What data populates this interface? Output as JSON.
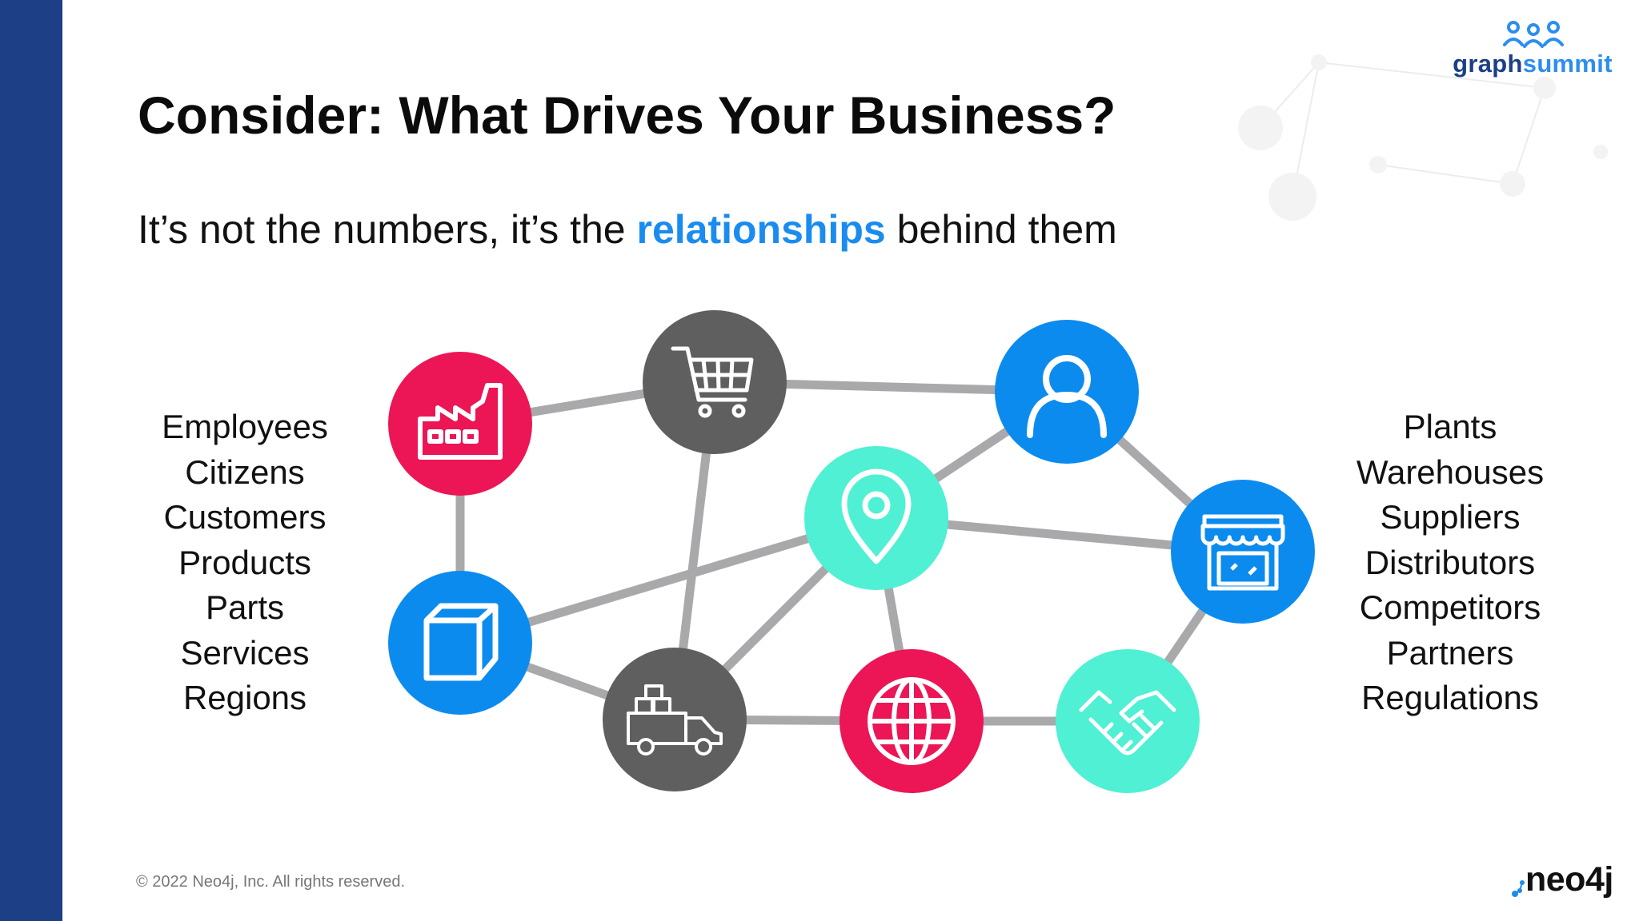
{
  "slide": {
    "title": "Consider: What Drives Your Business?",
    "subtitle_before": "It’s not the numbers, it’s the ",
    "subtitle_highlight": "relationships",
    "subtitle_after": " behind them",
    "footer": "© 2022 Neo4j, Inc. All rights reserved."
  },
  "brand": {
    "event_logo_word1": "graph",
    "event_logo_word2": "summit",
    "company_logo": "neo4j"
  },
  "left_list": [
    "Employees",
    "Citizens",
    "Customers",
    "Products",
    "Parts",
    "Services",
    "Regions"
  ],
  "right_list": [
    "Plants",
    "Warehouses",
    "Suppliers",
    "Distributors",
    "Competitors",
    "Partners",
    "Regulations"
  ],
  "nodes": [
    {
      "name": "factory",
      "icon": "factory-icon",
      "color": "#ec1555"
    },
    {
      "name": "cart",
      "icon": "shopping-cart-icon",
      "color": "#5f5f5f"
    },
    {
      "name": "person",
      "icon": "person-icon",
      "color": "#0c8bef"
    },
    {
      "name": "location",
      "icon": "location-pin-icon",
      "color": "#4ff0d4"
    },
    {
      "name": "store",
      "icon": "storefront-icon",
      "color": "#0c8bef"
    },
    {
      "name": "box",
      "icon": "box-icon",
      "color": "#0c8bef"
    },
    {
      "name": "truck",
      "icon": "delivery-truck-icon",
      "color": "#5f5f5f"
    },
    {
      "name": "globe",
      "icon": "globe-icon",
      "color": "#ec1555"
    },
    {
      "name": "handshake",
      "icon": "handshake-icon",
      "color": "#4ff0d4"
    }
  ],
  "edges": [
    [
      "factory",
      "cart"
    ],
    [
      "factory",
      "box"
    ],
    [
      "cart",
      "person"
    ],
    [
      "cart",
      "truck"
    ],
    [
      "person",
      "location"
    ],
    [
      "person",
      "store"
    ],
    [
      "location",
      "store"
    ],
    [
      "location",
      "box"
    ],
    [
      "location",
      "truck"
    ],
    [
      "location",
      "globe"
    ],
    [
      "box",
      "truck"
    ],
    [
      "truck",
      "globe"
    ],
    [
      "globe",
      "handshake"
    ],
    [
      "handshake",
      "store"
    ]
  ],
  "colors": {
    "side_bar": "#1c3f86",
    "highlight": "#1a8cf0",
    "edge": "#a9a9ab"
  }
}
